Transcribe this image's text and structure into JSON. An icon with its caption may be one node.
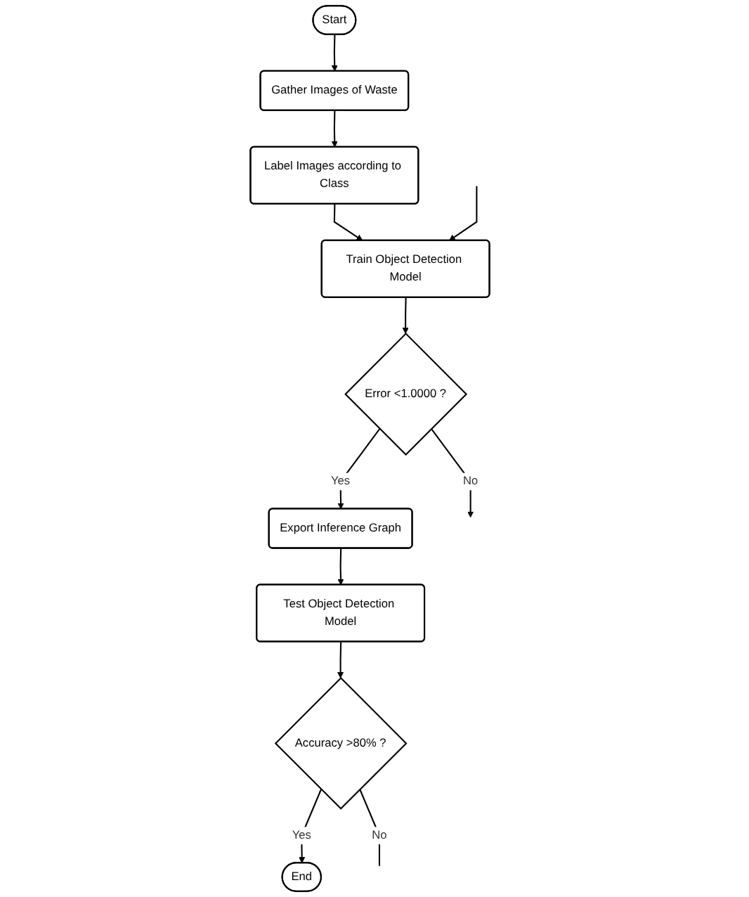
{
  "diagram": {
    "nodes": [
      {
        "text": [
          "Start"
        ]
      },
      {
        "text": [
          "Gather Images of Waste"
        ]
      },
      {
        "text": [
          "Label Images according to Class"
        ]
      },
      {
        "text": [
          "Train Object Detection Model"
        ]
      },
      {
        "text": [
          "Error <1.0000 ?"
        ]
      },
      {
        "text": [
          "Export Inference Graph"
        ]
      },
      {
        "text": [
          "Test Object Detection Model"
        ]
      },
      {
        "text": [
          "Accuracy >80% ?"
        ]
      },
      {
        "text": [
          "End"
        ]
      }
    ],
    "edges": [
      {
        "from": 0,
        "to": 1,
        "arrow": "to"
      },
      {
        "from": 1,
        "to": 2,
        "arrow": "to"
      },
      {
        "from": 2,
        "to": 3,
        "arrow": "to"
      },
      {
        "from": 3,
        "to": 4,
        "arrow": "to"
      },
      {
        "from": 4,
        "to": 5,
        "arrow": "to",
        "label": "Yes"
      },
      {
        "from": 5,
        "to": 6,
        "arrow": "to"
      },
      {
        "from": 6,
        "to": 7,
        "arrow": "to"
      },
      {
        "from": 7,
        "to": 8,
        "arrow": "to",
        "label": "Yes"
      },
      {
        "from": 4,
        "to": null,
        "arrow": "to",
        "label": "No"
      },
      {
        "from": 7,
        "to": null,
        "arrow": "none",
        "label": "No"
      },
      {
        "from": null,
        "to": 3,
        "arrow": "to"
      }
    ]
  }
}
